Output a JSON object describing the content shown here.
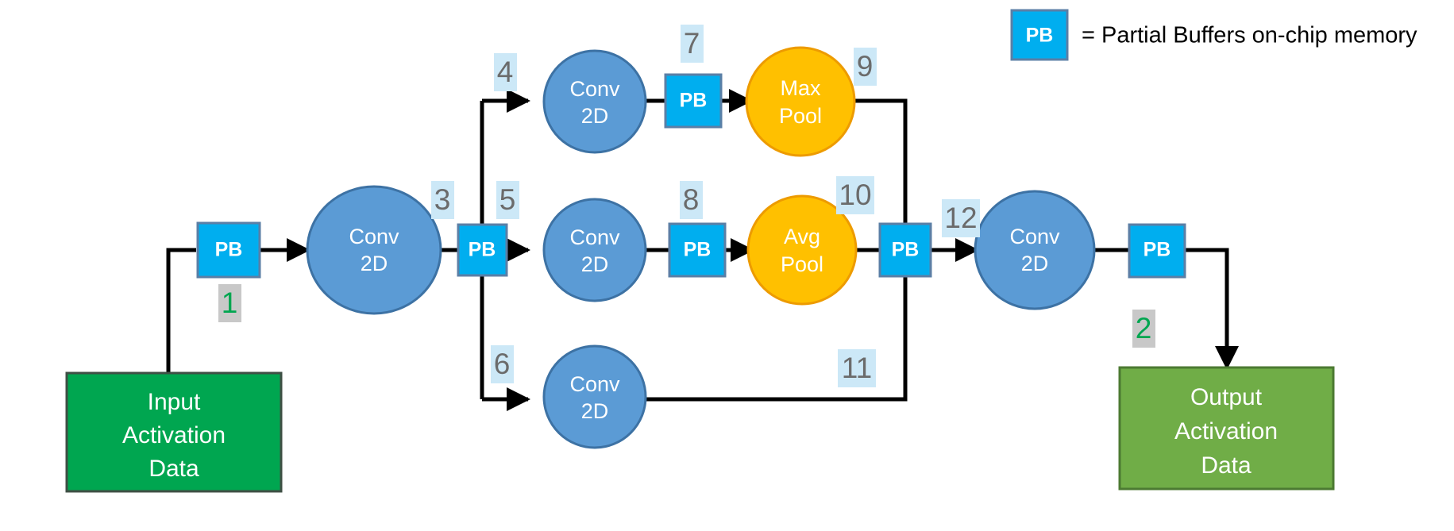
{
  "diagram": {
    "title": "CNN dataflow with partial buffers",
    "colors": {
      "conv_fill": "#5B9BD5",
      "conv_stroke": "#3D72A4",
      "pool_fill": "#FFC000",
      "pool_stroke": "#ED9B00",
      "pb_fill": "#00AEEF",
      "pb_stroke": "#5B7FA6",
      "input_fill": "#00A650",
      "input_stroke": "#3A4A3F",
      "output_fill": "#70AD47",
      "output_stroke": "#4C7A32",
      "edge": "#000000",
      "num_blue_highlight": "#CCE8F7",
      "num_blue_text": "#6B6B6B",
      "num_green_highlight": "#C8C8C8",
      "num_green_text": "#00A650"
    },
    "legend": {
      "badge": "PB",
      "text": "= Partial Buffers on-chip memory"
    },
    "io_nodes": [
      {
        "id": "input",
        "lines": [
          "Input",
          "Activation",
          "Data"
        ]
      },
      {
        "id": "output",
        "lines": [
          "Output",
          "Activation",
          "Data"
        ]
      }
    ],
    "compute_nodes": [
      {
        "id": "conv-top",
        "lines": [
          "Conv",
          "2D"
        ],
        "kind": "conv"
      },
      {
        "id": "conv-stem",
        "lines": [
          "Conv",
          "2D"
        ],
        "kind": "conv"
      },
      {
        "id": "conv-mid",
        "lines": [
          "Conv",
          "2D"
        ],
        "kind": "conv"
      },
      {
        "id": "conv-bottom",
        "lines": [
          "Conv",
          "2D"
        ],
        "kind": "conv"
      },
      {
        "id": "conv-out",
        "lines": [
          "Conv",
          "2D"
        ],
        "kind": "conv"
      },
      {
        "id": "max-pool",
        "lines": [
          "Max",
          "Pool"
        ],
        "kind": "pool"
      },
      {
        "id": "avg-pool",
        "lines": [
          "Avg",
          "Pool"
        ],
        "kind": "pool"
      }
    ],
    "buffers": [
      {
        "id": "pb-1",
        "label": "PB"
      },
      {
        "id": "pb-2",
        "label": "PB"
      },
      {
        "id": "pb-3",
        "label": "PB"
      },
      {
        "id": "pb-4",
        "label": "PB"
      },
      {
        "id": "pb-5",
        "label": "PB"
      },
      {
        "id": "pb-6",
        "label": "PB"
      },
      {
        "id": "pb-7",
        "label": "PB"
      }
    ],
    "edge_numbers": [
      {
        "id": "num-1",
        "value": "1",
        "style": "green"
      },
      {
        "id": "num-2",
        "value": "2",
        "style": "green"
      },
      {
        "id": "num-3",
        "value": "3",
        "style": "blue"
      },
      {
        "id": "num-4",
        "value": "4",
        "style": "blue"
      },
      {
        "id": "num-5",
        "value": "5",
        "style": "blue"
      },
      {
        "id": "num-6",
        "value": "6",
        "style": "blue"
      },
      {
        "id": "num-7",
        "value": "7",
        "style": "blue"
      },
      {
        "id": "num-8",
        "value": "8",
        "style": "blue"
      },
      {
        "id": "num-9",
        "value": "9",
        "style": "blue"
      },
      {
        "id": "num-10",
        "value": "10",
        "style": "blue"
      },
      {
        "id": "num-11",
        "value": "11",
        "style": "blue"
      },
      {
        "id": "num-12",
        "value": "12",
        "style": "blue"
      }
    ]
  }
}
